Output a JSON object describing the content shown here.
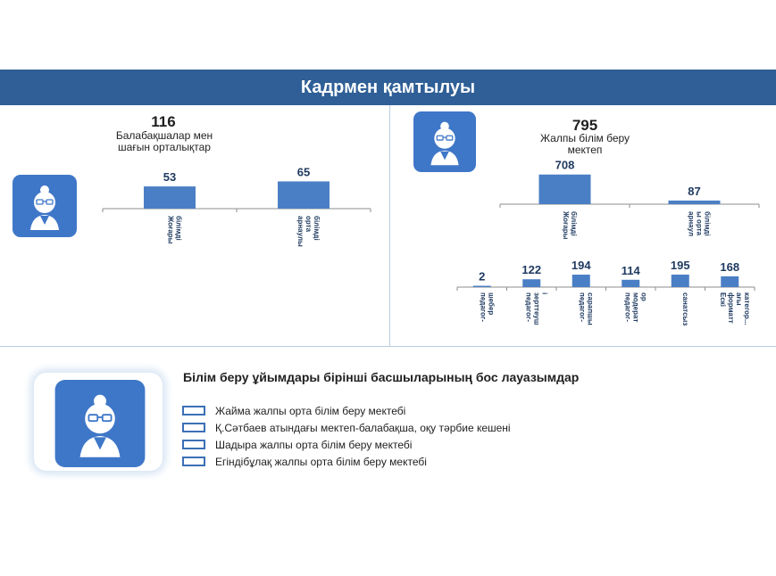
{
  "header": {
    "title": "Кадрмен қамтылуы"
  },
  "kindergartens": {
    "total": "116",
    "caption": [
      "Балабақшалар мен",
      "шағын орталықтар"
    ]
  },
  "schools": {
    "total": "795",
    "caption": [
      "Жалпы білім беру",
      "мектеп"
    ]
  },
  "vacancies": {
    "title": "Білім беру ұйымдары бірінші басшыларының бос лауазымдар",
    "items": [
      "Жайма жалпы орта білім беру мектебі",
      "Қ.Сәтбаев атындағы мектеп-балабақша, оқу тәрбие кешені",
      "Шадыра жалпы орта білім беру мектебі",
      "Егіндібұлақ жалпы орта білім беру мектебі"
    ]
  },
  "colors": {
    "banner": "#2f5f96",
    "bar": "#4a7fc5",
    "icon": "#3f77c8"
  },
  "icons": [
    "teacher-avatar-icon",
    "checkbox-icon"
  ],
  "chart_data": [
    {
      "type": "bar",
      "title": "Балабақшалар мен шағын орталықтар",
      "categories": [
        [
          "Жоғары",
          "білімді"
        ],
        [
          "арнаулы",
          "орта",
          "білімді"
        ]
      ],
      "values": [
        53,
        65
      ]
    },
    {
      "type": "bar",
      "title": "Жалпы білім беру мектеп",
      "categories": [
        [
          "Жоғары",
          "білімді"
        ],
        [
          "арнаул",
          "ы орта",
          "білімді"
        ]
      ],
      "values": [
        708,
        87
      ]
    },
    {
      "type": "bar",
      "categories": [
        [
          "педагог-",
          "шебер"
        ],
        [
          "педагог-",
          "зерттеуш",
          "і"
        ],
        [
          "педагог-",
          "сарапшы"
        ],
        [
          "педагог-",
          "модерат",
          "ор"
        ],
        [
          "санатсыз"
        ],
        [
          "Ескі",
          "форматт",
          "ағы",
          "категор..."
        ]
      ],
      "values": [
        2,
        122,
        194,
        114,
        195,
        168
      ]
    }
  ]
}
